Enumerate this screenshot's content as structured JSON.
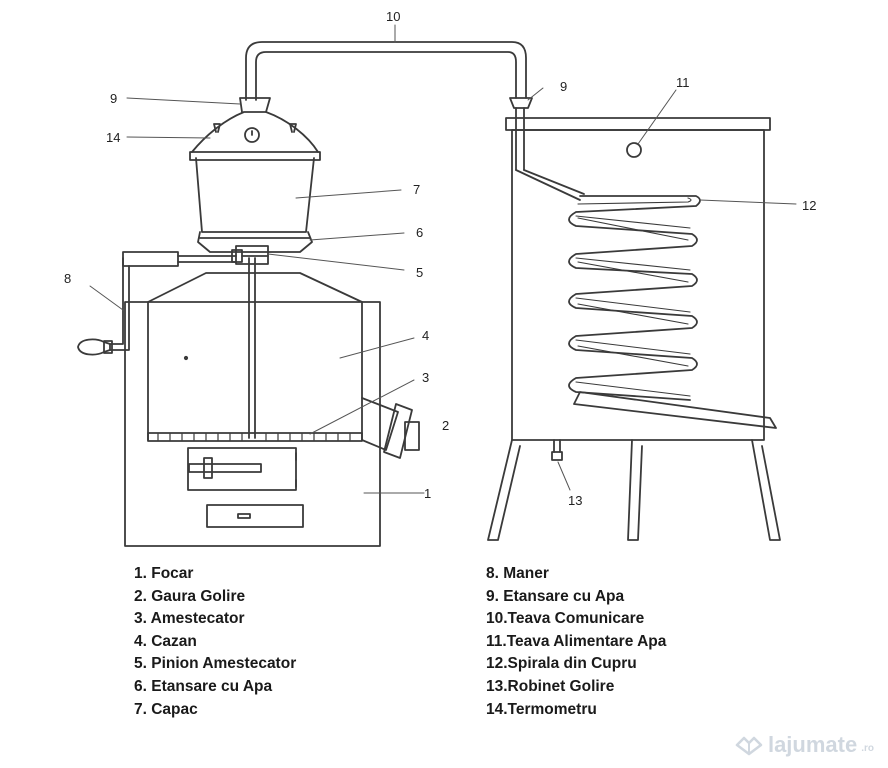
{
  "callouts": {
    "c1": "1",
    "c2": "2",
    "c3": "3",
    "c4": "4",
    "c5": "5",
    "c6": "6",
    "c7": "7",
    "c8": "8",
    "c9a": "9",
    "c9b": "9",
    "c10": "10",
    "c11": "11",
    "c12": "12",
    "c13": "13",
    "c14": "14"
  },
  "legend": {
    "left": [
      "1. Focar",
      "2. Gaura Golire",
      "3. Amestecator",
      "4. Cazan",
      "5. Pinion Amestecator",
      "6. Etansare cu Apa",
      "7. Capac"
    ],
    "right": [
      "8. Maner",
      "9. Etansare cu Apa",
      "10.Teava Comunicare",
      "11.Teava Alimentare Apa",
      "12.Spirala din Cupru",
      "13.Robinet Golire",
      "14.Termometru"
    ]
  },
  "watermark": {
    "text": "lajumate",
    "suffix": ".ro"
  },
  "colors": {
    "line": "#3a3a3a",
    "watermark": "#7a8fa6"
  }
}
